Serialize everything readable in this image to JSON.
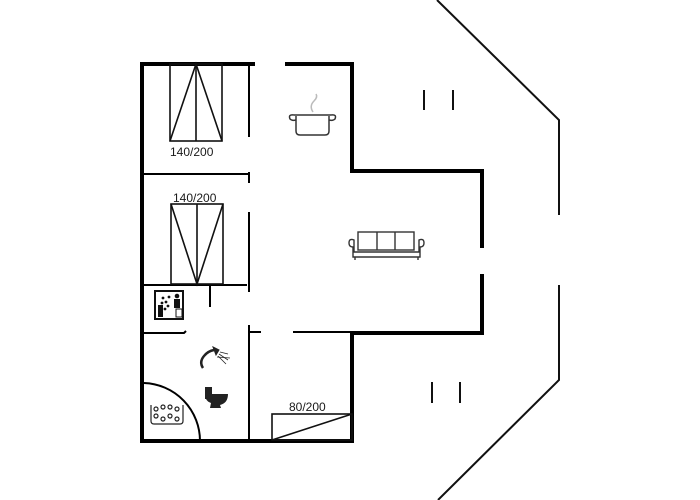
{
  "floorplan": {
    "colors": {
      "wall": "#000000",
      "line": "#111111",
      "icon": "#333333",
      "background": "#ffffff"
    },
    "rooms": [
      {
        "id": "bedroom-1",
        "bed_label": "140/200"
      },
      {
        "id": "bedroom-2",
        "bed_label": "140/200"
      },
      {
        "id": "bedroom-3",
        "bed_label": "80/200"
      },
      {
        "id": "kitchen",
        "icon": "cooking-pot-icon"
      },
      {
        "id": "living-room",
        "icon": "sofa-icon"
      },
      {
        "id": "bathroom",
        "icons": [
          "shower-icon",
          "toilet-icon",
          "whirlpool-icon"
        ]
      },
      {
        "id": "sauna",
        "icon": "sauna-icon"
      }
    ]
  }
}
